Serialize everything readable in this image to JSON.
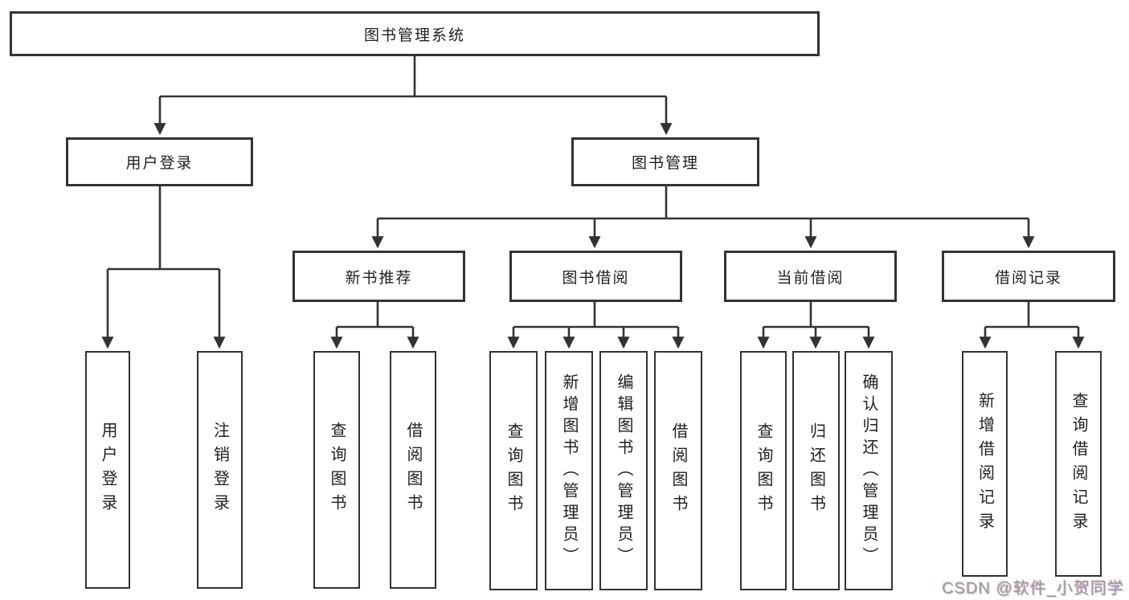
{
  "diagram": {
    "title": "图书管理系统",
    "type": "hierarchy-diagram",
    "colors": {
      "line": "#333333",
      "text": "#1f1f1f",
      "background": "#ffffff",
      "watermark": "#9c9c9c"
    },
    "nodes": {
      "root": {
        "label": "图书管理系统"
      },
      "level2": [
        {
          "label": "用户登录"
        },
        {
          "label": "图书管理"
        }
      ],
      "level3": [
        {
          "label": "新书推荐"
        },
        {
          "label": "图书借阅"
        },
        {
          "label": "当前借阅"
        },
        {
          "label": "借阅记录"
        }
      ],
      "leaves": {
        "user_login": [
          "用户登录",
          "注销登录"
        ],
        "new_books": [
          "查询图书",
          "借阅图书"
        ],
        "book_borrow": [
          "查询图书",
          "新增图书（管理员）",
          "编辑图书（管理员）",
          "借阅图书"
        ],
        "current_borrow": [
          "查询图书",
          "归还图书",
          "确认归还（管理员）"
        ],
        "borrow_records": [
          "新增借阅记录",
          "查询借阅记录"
        ]
      }
    },
    "watermark": "CSDN @软件_小贺同学"
  }
}
